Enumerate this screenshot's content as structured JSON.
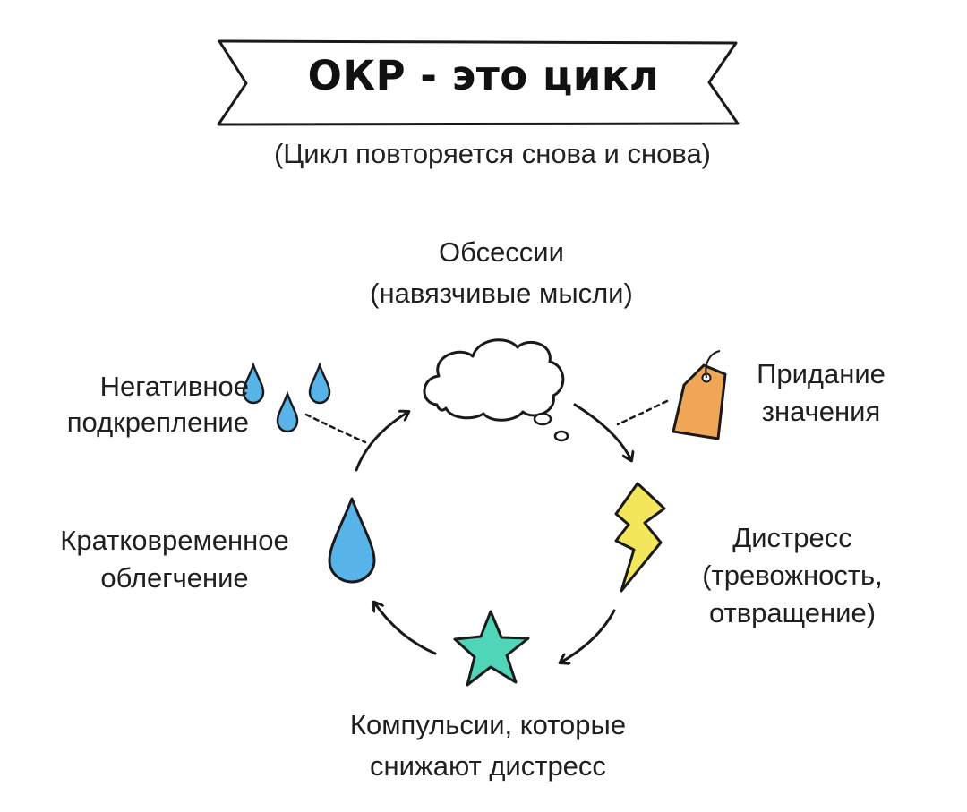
{
  "title": "ОКР - это цикл",
  "subtitle": "(Цикл повторяется снова и снова)",
  "nodes": {
    "obsessions": {
      "line1": "Обсессии",
      "line2": "(навязчивые мысли)",
      "icon": "thought-cloud-icon"
    },
    "meaning": {
      "line1": "Придание",
      "line2": "значения",
      "icon": "price-tag-icon"
    },
    "distress": {
      "line1": "Дистресс",
      "line2": "(тревожность,",
      "line3": "отвращение)",
      "icon": "lightning-bolt-icon"
    },
    "compulsions": {
      "line1": "Компульсии, которые",
      "line2": "снижают дистресс",
      "icon": "star-icon"
    },
    "relief": {
      "line1": "Кратковременное",
      "line2": "облегчение",
      "icon": "water-drop-icon"
    },
    "reinforcement": {
      "line1": "Негативное",
      "line2": "подкрепление",
      "icon": "water-drops-icon"
    }
  },
  "colors": {
    "drop": "#58b4e8",
    "tag": "#f0a657",
    "bolt": "#f4e65a",
    "star": "#4fd6b8",
    "ink": "#1a1a1a"
  }
}
